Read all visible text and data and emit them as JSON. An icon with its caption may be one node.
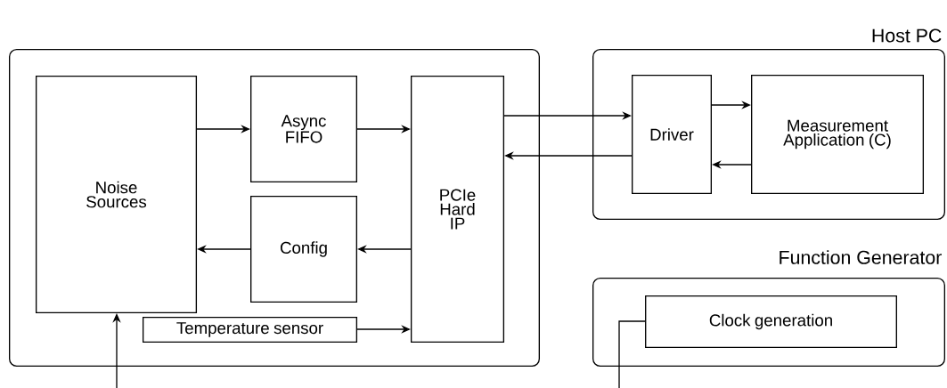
{
  "diagram": {
    "nodes": [
      {
        "text": [],
        "shape": "box"
      },
      {
        "text": [
          "Noise Sources"
        ],
        "in": 0
      },
      {
        "text": [
          "Async FIFO"
        ],
        "in": 0
      },
      {
        "text": [
          "Config"
        ],
        "in": 0
      },
      {
        "text": [
          "Temperature sensor"
        ],
        "in": 0
      },
      {
        "text": [
          "PCIe Hard IP"
        ],
        "in": 0
      },
      {
        "text": [
          "Host PC"
        ]
      },
      {
        "text": [
          "Driver"
        ],
        "in": 6
      },
      {
        "text": [
          "Measurement Application (C)"
        ],
        "in": 6
      },
      {
        "text": [
          "Function Generator"
        ]
      },
      {
        "text": [
          "Clock generation"
        ],
        "in": 9
      }
    ],
    "edges": [
      {
        "from": 1,
        "to": 2,
        "arrow": "to"
      },
      {
        "from": 2,
        "to": 5,
        "arrow": "to"
      },
      {
        "from": 5,
        "to": 3,
        "arrow": "to"
      },
      {
        "from": 3,
        "to": 1,
        "arrow": "to"
      },
      {
        "from": 4,
        "to": 5,
        "arrow": "to"
      },
      {
        "from": 5,
        "to": 7,
        "arrow": "to"
      },
      {
        "from": 7,
        "to": 5,
        "arrow": "to"
      },
      {
        "from": 7,
        "to": 8,
        "arrow": "to"
      },
      {
        "from": 8,
        "to": 7,
        "arrow": "to"
      },
      {
        "from": null,
        "to": 1,
        "arrow": "to"
      },
      {
        "from": 10,
        "to": null,
        "arrow": "none"
      }
    ]
  }
}
